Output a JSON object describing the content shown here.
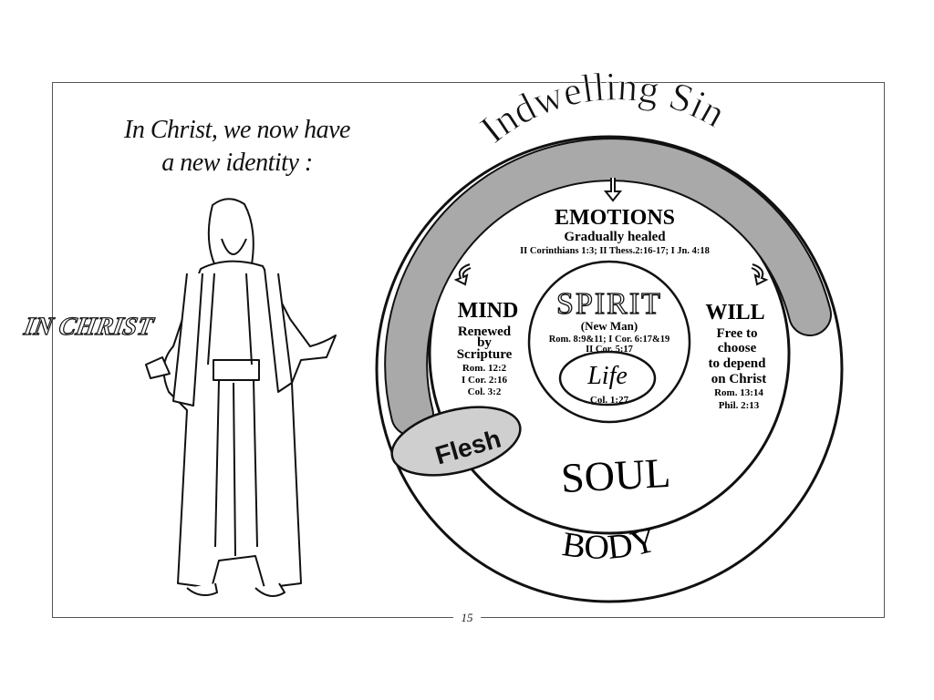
{
  "heading": {
    "line1": "In Christ, we now have",
    "line2": "a new identity :"
  },
  "figure_label": "IN CHRIST",
  "diagram": {
    "band_label": "Indwelling Sin",
    "emotions": {
      "title": "EMOTIONS",
      "subtitle": "Gradually healed",
      "refs": "II Corinthians 1:3; II Thess.2:16-17; I Jn. 4:18"
    },
    "mind": {
      "title": "MIND",
      "lines": [
        "Renewed",
        "by",
        "Scripture"
      ],
      "refs": [
        "Rom. 12:2",
        "I Cor. 2:16",
        "Col. 3:2"
      ]
    },
    "will": {
      "title": "WILL",
      "lines": [
        "Free to",
        "choose",
        "to depend",
        "on Christ"
      ],
      "refs": [
        "Rom. 13:14",
        "Phil. 2:13"
      ]
    },
    "spirit": {
      "title": "SPIRIT",
      "subtitle": "(New Man)",
      "refs": [
        "Rom. 8:9&11; I Cor. 6:17&19",
        "II Cor. 5:17"
      ]
    },
    "life": {
      "title": "Life",
      "ref": "Col. 1:27"
    },
    "flesh": "Flesh",
    "soul": "SOUL",
    "body": "BODY",
    "colors": {
      "band": "#a9a9a9",
      "flesh": "#cfcfcf"
    }
  },
  "page_number": "15"
}
